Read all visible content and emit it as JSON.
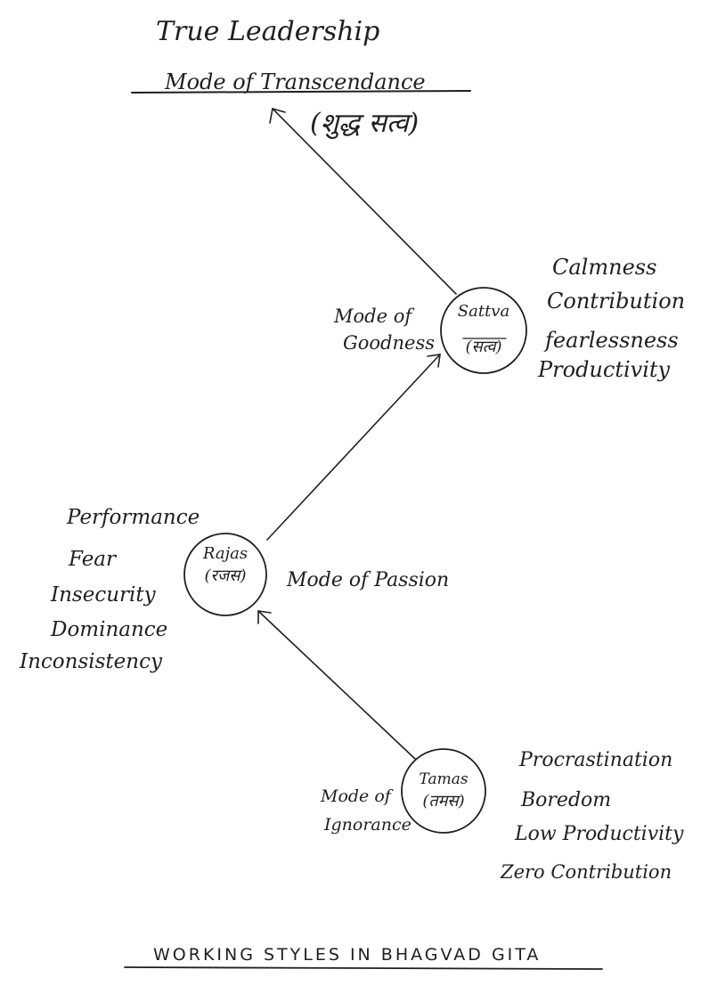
{
  "heading": {
    "title": "True Leadership",
    "subtitle": "Mode of Transcendance",
    "subtitle_sanskrit": "(शुद्ध सत्व)"
  },
  "nodes": {
    "sattva": {
      "name": "Sattva",
      "sanskrit": "(सत्व)",
      "mode": [
        "Mode of",
        "Goodness"
      ],
      "traits": [
        "Calmness",
        "Contribution",
        "fearlessness",
        "Productivity"
      ]
    },
    "rajas": {
      "name": "Rajas",
      "sanskrit": "(रजस)",
      "mode": "Mode of Passion",
      "traits": [
        "Performance",
        "Fear",
        "Insecurity",
        "Dominance",
        "Inconsistency"
      ]
    },
    "tamas": {
      "name": "Tamas",
      "sanskrit": "(तमस)",
      "mode": [
        "Mode of",
        "Ignorance"
      ],
      "traits": [
        "Procrastination",
        "Boredom",
        "Low Productivity",
        "Zero Contribution"
      ]
    }
  },
  "caption": "WORKING STYLES IN BHAGVAD GITA",
  "colors": {
    "ink": "#1f1f1f",
    "paper": "#ffffff"
  }
}
